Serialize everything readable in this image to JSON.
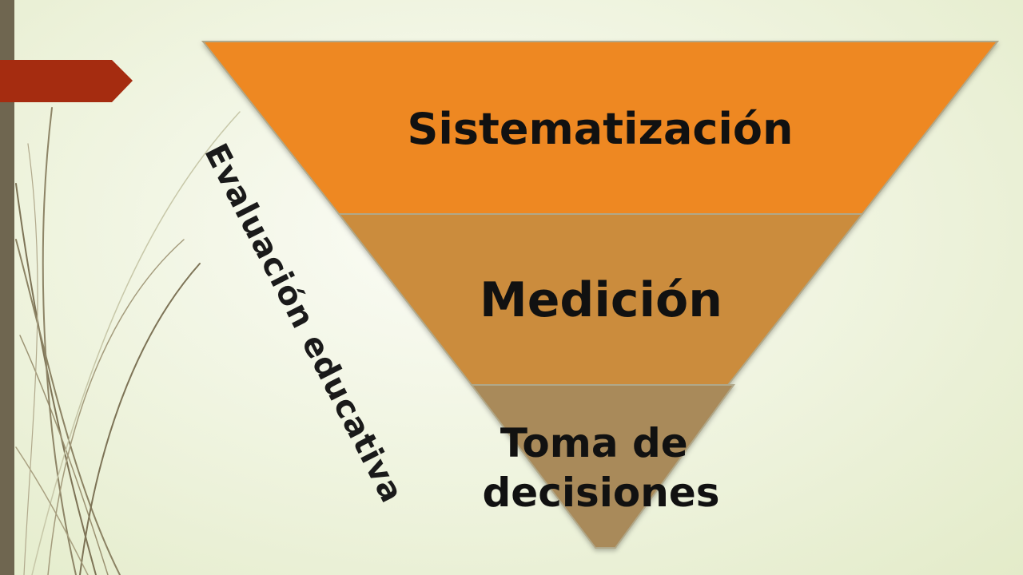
{
  "side_label": "Evaluación educativa",
  "levels": [
    {
      "label_lines": [
        "Sistematización"
      ],
      "color": "#ee8820"
    },
    {
      "label_lines": [
        "Medición"
      ],
      "color": "#cb8c3c"
    },
    {
      "label_lines": [
        "Toma de",
        "decisiones"
      ],
      "color": "#a98a5a"
    }
  ],
  "colors": {
    "accent_tab": "#a52c10",
    "left_bar": "#6f6650",
    "outline": "#b0a88a"
  }
}
